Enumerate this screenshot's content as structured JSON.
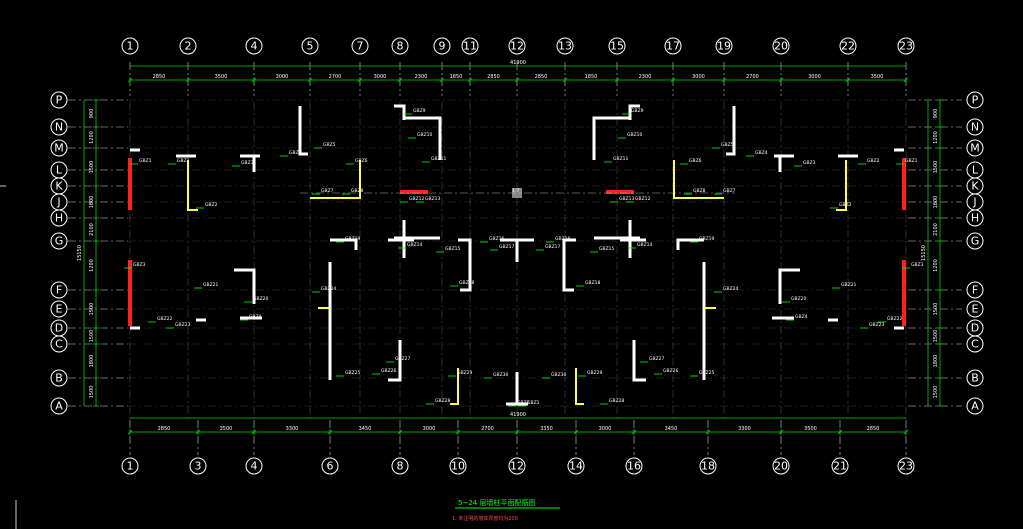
{
  "top_axes": [
    "1",
    "2",
    "4",
    "5",
    "7",
    "8",
    "9",
    "11",
    "12",
    "13",
    "15",
    "17",
    "19",
    "20",
    "22",
    "23"
  ],
  "bottom_axes": [
    "1",
    "3",
    "4",
    "6",
    "8",
    "10",
    "12",
    "14",
    "16",
    "18",
    "20",
    "21",
    "23"
  ],
  "row_axes": [
    "P",
    "N",
    "M",
    "L",
    "K",
    "J",
    "H",
    "G",
    "F",
    "E",
    "D",
    "C",
    "B",
    "A"
  ],
  "top_dims": [
    "2850",
    "3500",
    "3000",
    "2700",
    "3000",
    "2300",
    "1850",
    "2850",
    "2850",
    "1850",
    "2300",
    "3000",
    "2700",
    "3000",
    "3500",
    "2850"
  ],
  "top_total": "41900",
  "bottom_dims": [
    "2850",
    "3500",
    "3300",
    "3450",
    "3000",
    "2700",
    "3350",
    "3000",
    "3450",
    "3300",
    "3500",
    "2850"
  ],
  "bottom_total": "41900",
  "left_dims": [
    "900",
    "1200",
    "1500",
    "1800",
    "2100",
    "1200",
    "1500",
    "1500",
    "1800",
    "1500"
  ],
  "left_total": "15150",
  "right_dims": [
    "900",
    "1200",
    "1500",
    "1800",
    "2100",
    "1200",
    "1500",
    "1500",
    "1800",
    "1500"
  ],
  "right_total": "15150",
  "component_labels": [
    "GBZ1",
    "GBZ2",
    "GBZ3",
    "GBZ4",
    "GBZ5",
    "GBZ6",
    "GBZ7",
    "GBZ8",
    "GBZ9",
    "GBZ10",
    "GBZ11",
    "GBZ12",
    "GBZ13",
    "GBZ14",
    "GBZ15",
    "GBZ16",
    "GBZ17",
    "GBZ18",
    "GBZ19",
    "GBZ20",
    "GBZ21",
    "GBZ22",
    "GBZ23",
    "GBZ24",
    "GBZ25",
    "GBZ26",
    "GBZ27",
    "GBZ28",
    "GBZ29",
    "GBZ30"
  ],
  "center_mark": "1-7",
  "drawing_title": "5~24 层墙柱平面配筋图",
  "drawing_note": "1. 未注明的墙体厚度均为200",
  "colors": {
    "background": "#000000",
    "axis_bubble": "#ffffff",
    "dimension": "#00d400",
    "wall": "#ffffff",
    "column": "#ffff44",
    "highlight_red": "#ff2020",
    "leader": "#00ff00"
  }
}
